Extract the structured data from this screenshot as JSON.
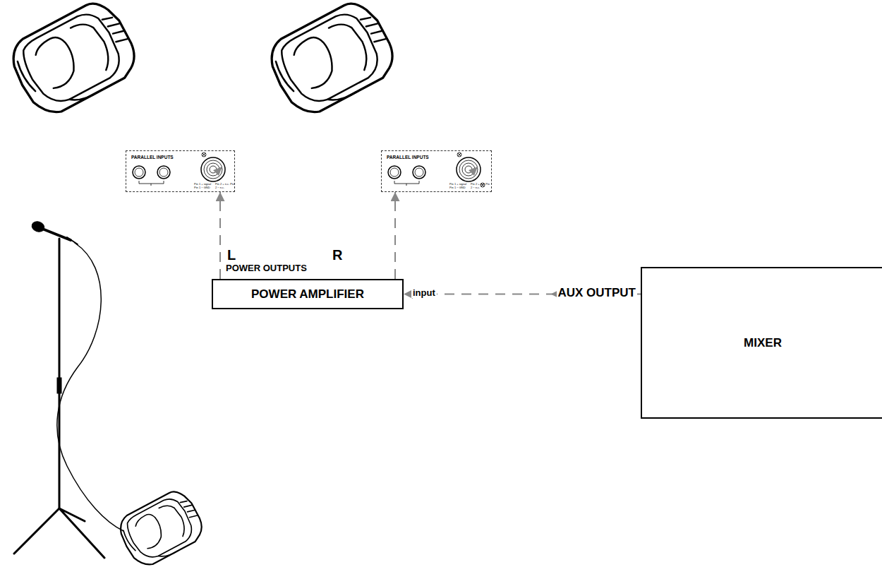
{
  "diagram": {
    "nodes": [
      {
        "text": [
          "PARALLEL INPUTS",
          "Pin 1 + signal Pin 1 − GND",
          "Pin 2 + n.c. Pin 2 − n.c."
        ]
      },
      {
        "text": [
          "PARALLEL INPUTS",
          "Pin 1 + signal Pin 1 − GND",
          "Pin 2 + n.c. Pin 2 − n.c."
        ]
      },
      {
        "text": [
          "POWER AMPLIFIER"
        ]
      },
      {
        "text": [
          "MIXER"
        ]
      }
    ],
    "edges": [
      {
        "from": 2,
        "to": 0,
        "arrow": "to"
      },
      {
        "from": 2,
        "to": 1,
        "arrow": "to"
      },
      {
        "from": 3,
        "to": 2,
        "arrow": "to"
      }
    ],
    "labels": [
      "L",
      "R",
      "POWER OUTPUTS",
      "input",
      "AUX OUTPUT"
    ]
  }
}
